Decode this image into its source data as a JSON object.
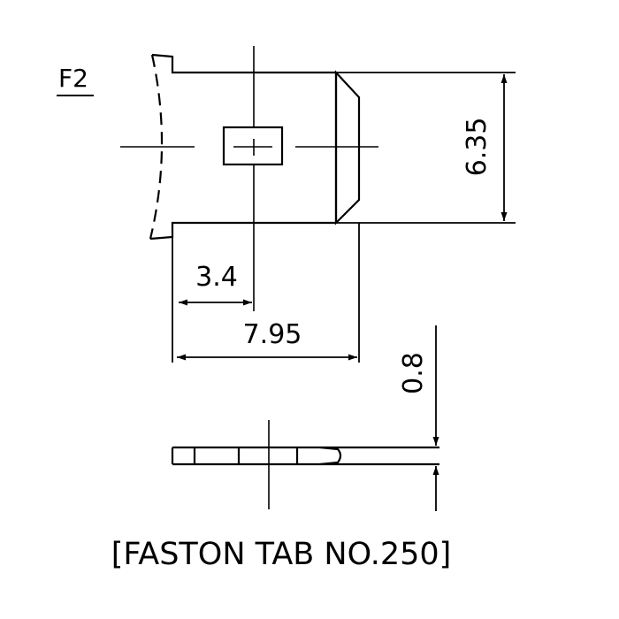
{
  "label": {
    "id": "F2"
  },
  "dimensions": {
    "height": "6.35",
    "hole_offset": "3.4",
    "tab_length": "7.95",
    "thickness": "0.8"
  },
  "caption": "[FASTON TAB NO.250]",
  "colors": {
    "stroke": "#000000",
    "background": "#ffffff"
  }
}
